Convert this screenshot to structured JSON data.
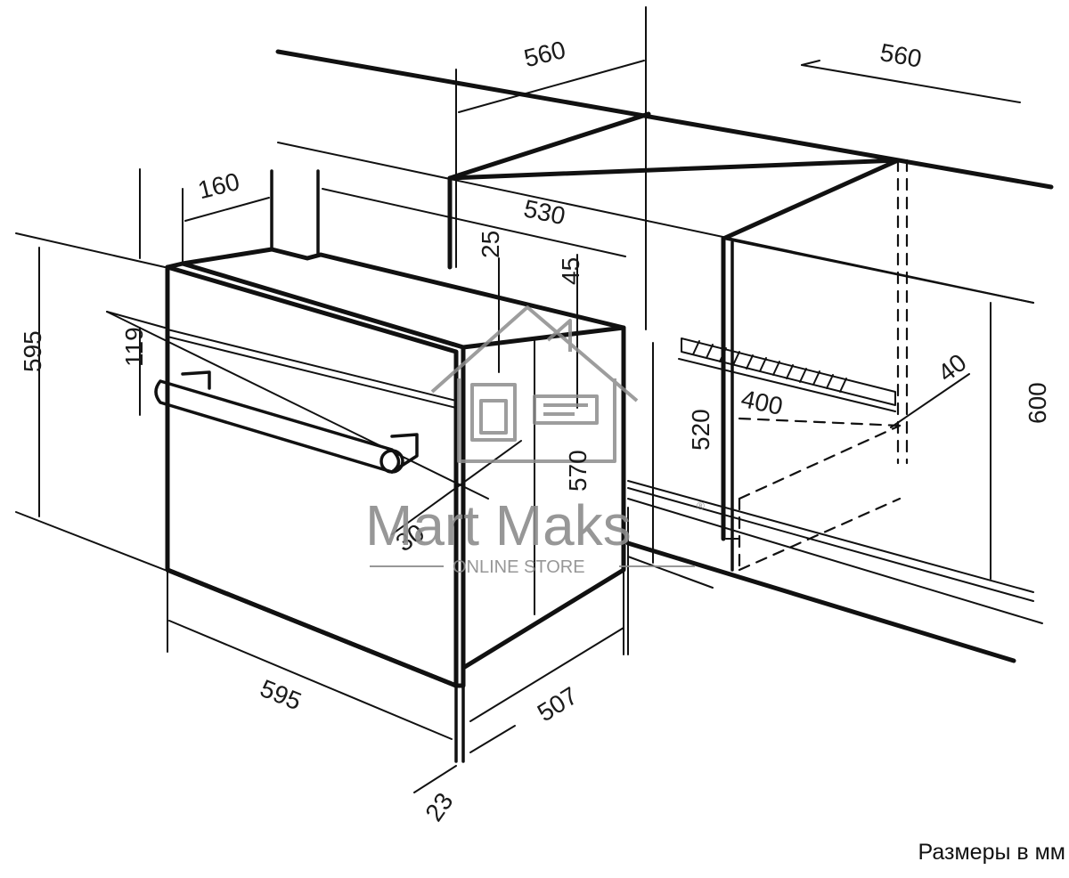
{
  "dimensions": {
    "cabinet_depth_left": "560",
    "cabinet_depth_right": "560",
    "top_depth": "160",
    "niche_depth": "530",
    "gap_top": "25",
    "gap_45": "45",
    "height_595": "595",
    "height_119": "119",
    "handle_30": "30",
    "inner_570": "570",
    "inner_520": "520",
    "vent_400": "400",
    "vent_40": "40",
    "niche_600": "600",
    "width_595": "595",
    "depth_507": "507",
    "door_23": "23"
  },
  "watermark": {
    "brand": "Mart Maks",
    "tagline": "ONLINE STORE",
    "mark": "®"
  },
  "note": "Размеры в мм"
}
